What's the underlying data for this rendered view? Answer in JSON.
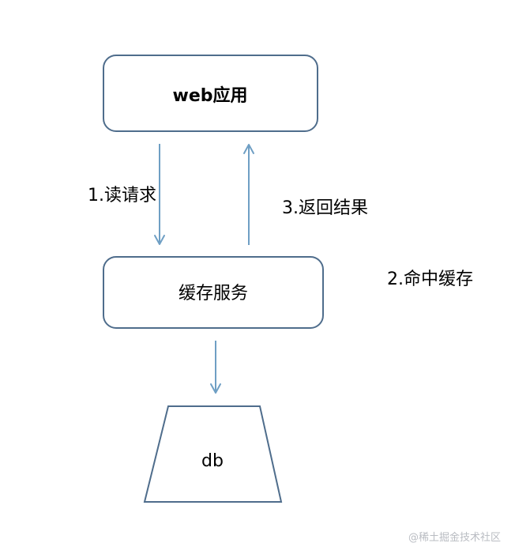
{
  "nodes": {
    "web_app": "web应用",
    "cache_service": "缓存服务",
    "database": "db"
  },
  "edges": {
    "read_request": "1.读请求",
    "cache_hit": "2.命中缓存",
    "return_result": "3.返回结果"
  },
  "watermark": "@稀土掘金技术社区",
  "colors": {
    "box_stroke": "#4f6d8c",
    "arrow": "#6f9fc4",
    "watermark": "#b9bcc2"
  }
}
